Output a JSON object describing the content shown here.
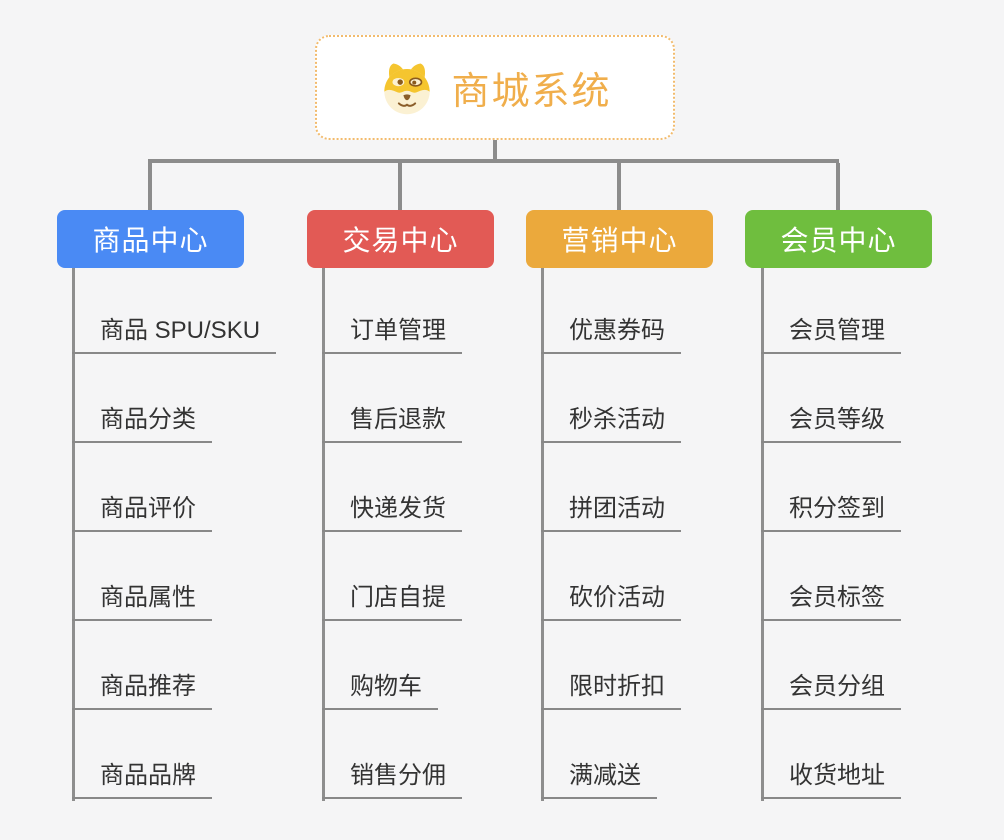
{
  "root": {
    "title": "商城系统",
    "icon": "shiba-dog-face-icon"
  },
  "theme": {
    "background": "#f5f5f6",
    "connector_color": "#8c8c8c",
    "item_underline_color": "#888888",
    "item_text_color": "#333333",
    "root_border_color": "#f2bb6d",
    "root_text_color": "#f0ae4b"
  },
  "branches": [
    {
      "label": "商品中心",
      "color": "#4a8af4",
      "items": [
        "商品 SPU/SKU",
        "商品分类",
        "商品评价",
        "商品属性",
        "商品推荐",
        "商品品牌"
      ]
    },
    {
      "label": "交易中心",
      "color": "#e25a55",
      "items": [
        "订单管理",
        "售后退款",
        "快递发货",
        "门店自提",
        "购物车",
        "销售分佣"
      ]
    },
    {
      "label": "营销中心",
      "color": "#eba93c",
      "items": [
        "优惠券码",
        "秒杀活动",
        "拼团活动",
        "砍价活动",
        "限时折扣",
        "满减送"
      ]
    },
    {
      "label": "会员中心",
      "color": "#6fbe3e",
      "items": [
        "会员管理",
        "会员等级",
        "积分签到",
        "会员标签",
        "会员分组",
        "收货地址"
      ]
    }
  ]
}
